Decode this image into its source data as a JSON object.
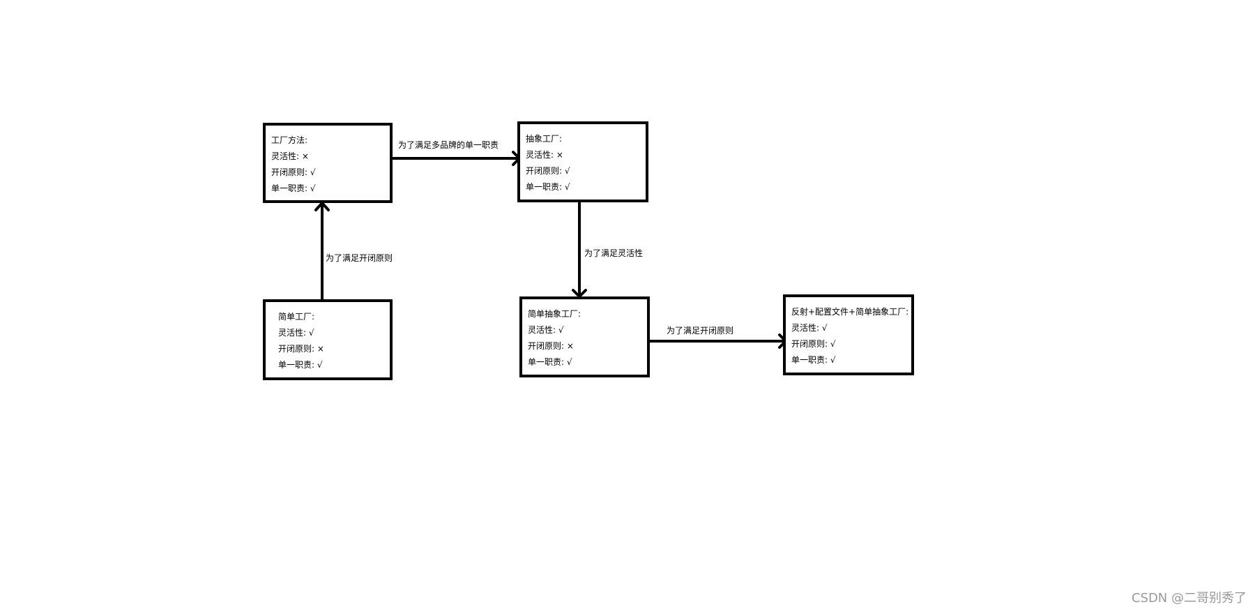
{
  "nodes": {
    "factory_method": {
      "title": "工厂方法:",
      "lines": [
        "灵活性: ×",
        "开闭原则: √",
        "单一职责: √"
      ]
    },
    "abstract_factory": {
      "title": "抽象工厂:",
      "lines": [
        "灵活性: ×",
        "开闭原则: √",
        "单一职责: √"
      ]
    },
    "simple_factory": {
      "title": "简单工厂:",
      "lines": [
        "灵活性: √",
        "开闭原则: ×",
        "单一职责: √"
      ]
    },
    "simple_abstract_factory": {
      "title": "简单抽象工厂:",
      "lines": [
        "灵活性: √",
        "开闭原则: ×",
        "单一职责: √"
      ]
    },
    "reflection_config_factory": {
      "title": "反射+配置文件+简单抽象工厂:",
      "lines": [
        "灵活性: √",
        "开闭原则: √",
        "单一职责: √"
      ]
    }
  },
  "edges": {
    "simple_to_factory_method": "为了满足开闭原则",
    "factory_method_to_abstract": "为了满足多品牌的单一职责",
    "abstract_to_simple_abstract": "为了满足灵活性",
    "simple_abstract_to_reflection": "为了满足开闭原则"
  },
  "watermark": "CSDN @二哥别秀了"
}
